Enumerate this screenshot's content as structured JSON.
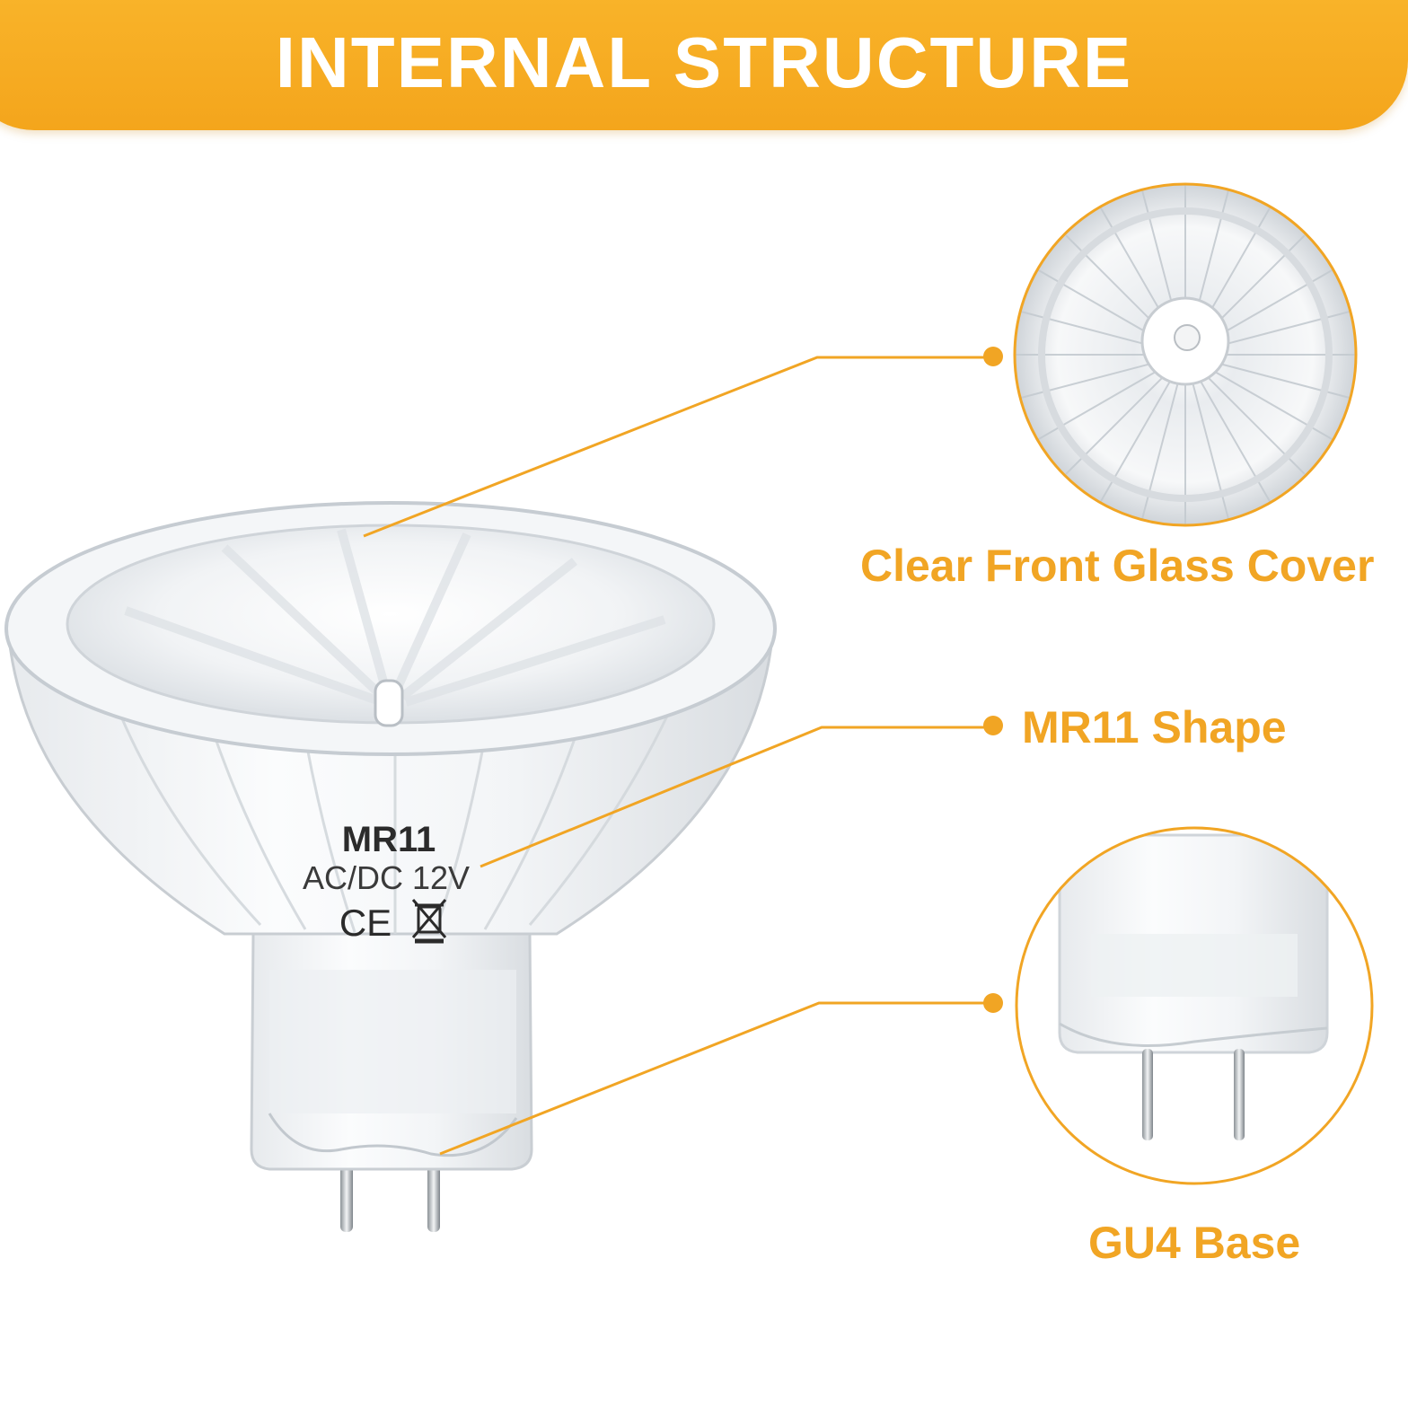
{
  "header": {
    "title": "INTERNAL STRUCTURE"
  },
  "bulb": {
    "model": "MR11",
    "voltage": "AC/DC 12V",
    "certification": "CE",
    "weee_icon": "crossed-out-bin-icon"
  },
  "callouts": {
    "glass_cover": "Clear Front Glass Cover",
    "shape": "MR11 Shape",
    "base": "GU4 Base"
  },
  "colors": {
    "accent": "#f4a51c",
    "callout_text": "#f1a524",
    "banner_text": "#ffffff"
  }
}
